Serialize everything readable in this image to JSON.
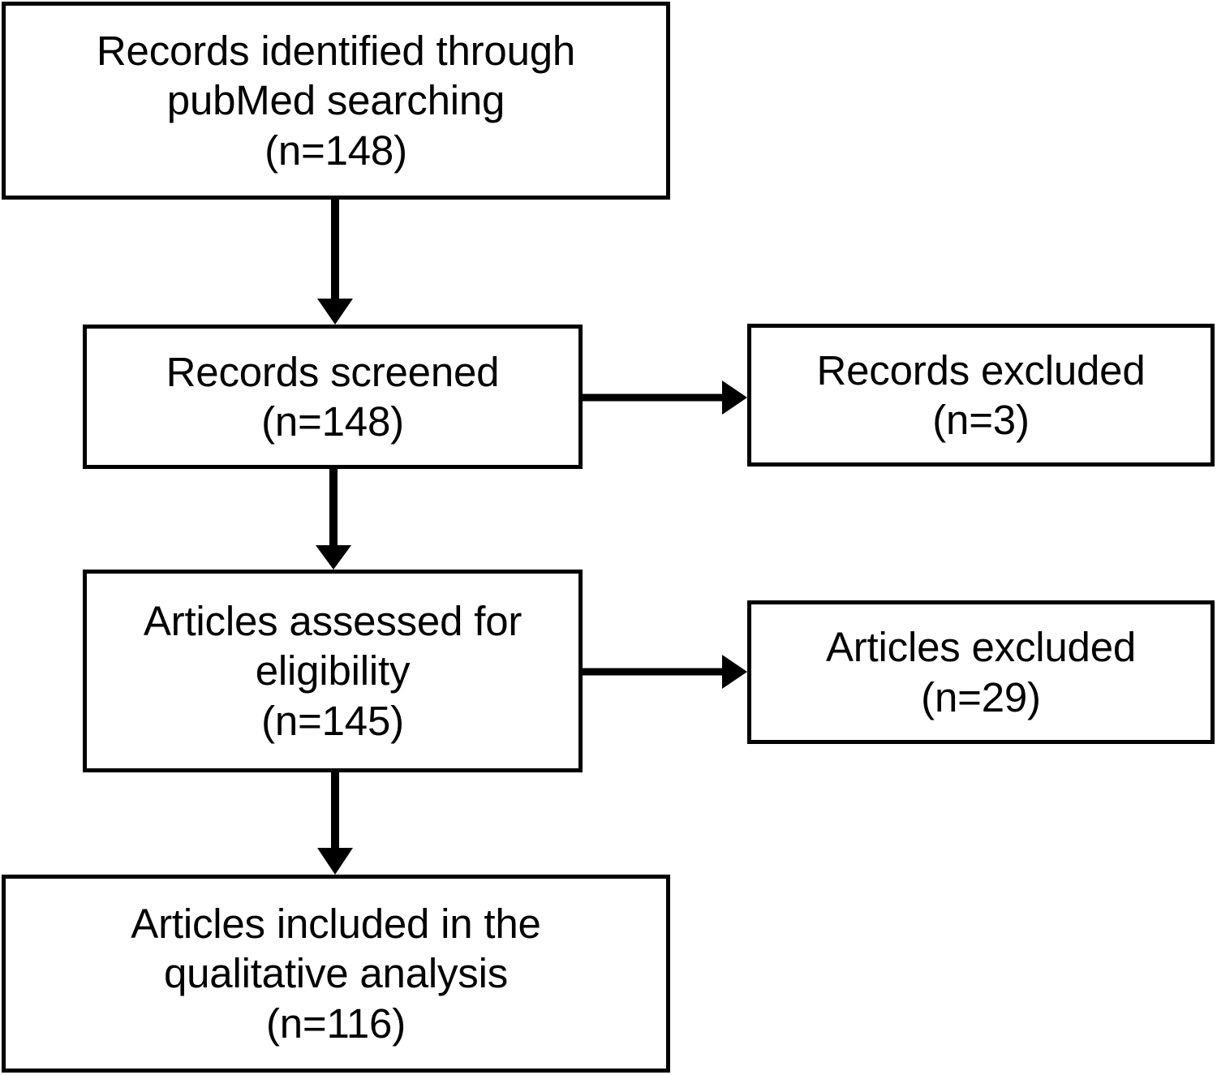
{
  "diagram": {
    "type": "prisma-flow-diagram",
    "title": "",
    "orientation": "top-to-bottom",
    "stroke_color": "#000000",
    "fill_color": "#ffffff",
    "text_color": "#000000",
    "boxes": [
      {
        "id": "identified",
        "stage": "identification",
        "text": "Records identified through\npubMed searching\n(n=148)",
        "label": "Records identified through pubMed searching",
        "count_text": "(n=148)",
        "count": 148
      },
      {
        "id": "screened",
        "stage": "screening",
        "text": "Records screened\n(n=148)",
        "label": "Records screened",
        "count_text": "(n=148)",
        "count": 148
      },
      {
        "id": "records-excluded",
        "stage": "screening-excluded",
        "text": "Records excluded\n(n=3)",
        "label": "Records excluded",
        "count_text": "(n=3)",
        "count": 3
      },
      {
        "id": "eligibility",
        "stage": "eligibility",
        "text": "Articles assessed for\neligibility\n(n=145)",
        "label": "Articles assessed for eligibility",
        "count_text": "(n=145)",
        "count": 145
      },
      {
        "id": "articles-excluded",
        "stage": "eligibility-excluded",
        "text": "Articles excluded\n(n=29)",
        "label": "Articles excluded",
        "count_text": "(n=29)",
        "count": 29
      },
      {
        "id": "included",
        "stage": "included",
        "text": "Articles included in the\nqualitative analysis\n(n=116)",
        "label": "Articles included in the qualitative analysis",
        "count_text": "(n=116)",
        "count": 116
      }
    ],
    "connectors": [
      {
        "id": "identified-to-screened",
        "from": "identified",
        "to": "screened",
        "direction": "down"
      },
      {
        "id": "screened-to-records-excluded",
        "from": "screened",
        "to": "records-excluded",
        "direction": "right"
      },
      {
        "id": "screened-to-eligibility",
        "from": "screened",
        "to": "eligibility",
        "direction": "down"
      },
      {
        "id": "eligibility-to-articles-excluded",
        "from": "eligibility",
        "to": "articles-excluded",
        "direction": "right"
      },
      {
        "id": "eligibility-to-included",
        "from": "eligibility",
        "to": "included",
        "direction": "down"
      }
    ]
  }
}
